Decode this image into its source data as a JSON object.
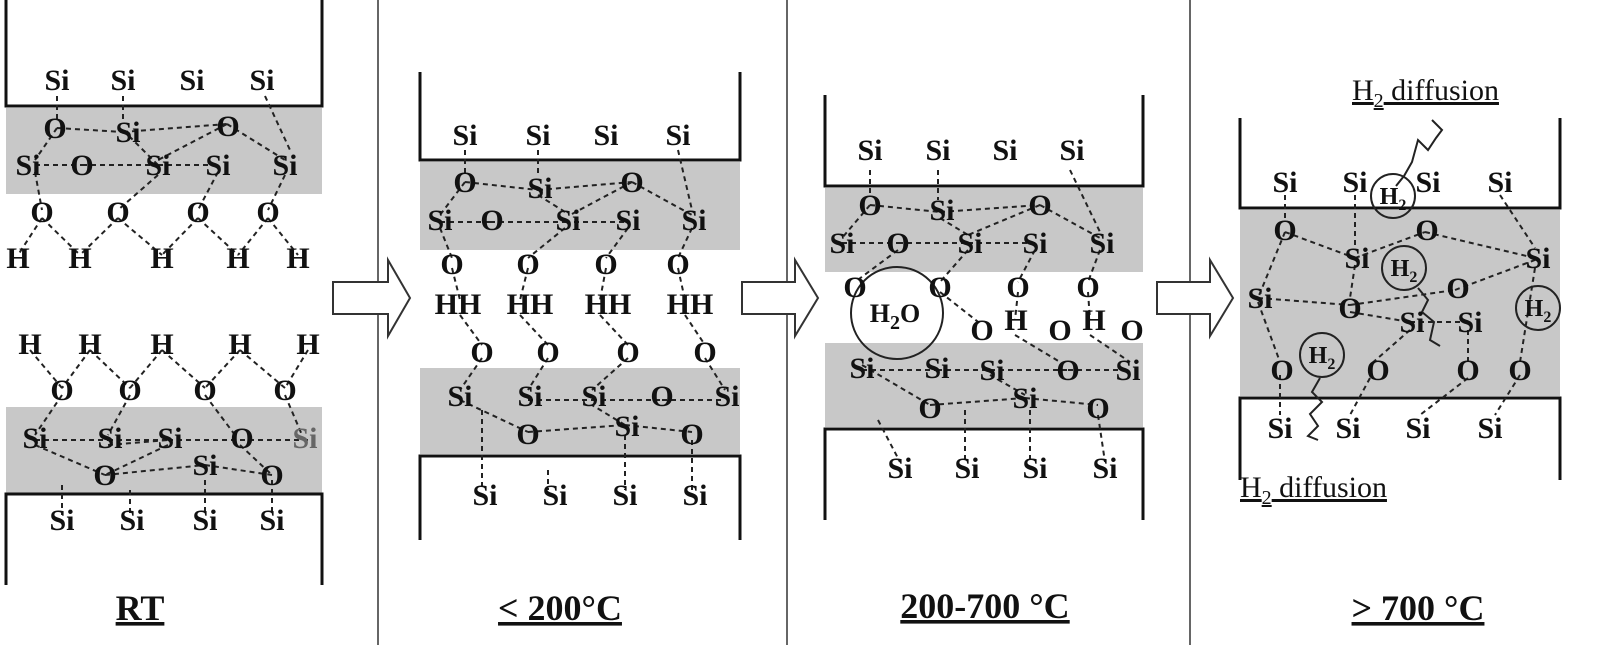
{
  "stages": [
    {
      "label": "RT"
    },
    {
      "label": "< 200°C"
    },
    {
      "label": "200-700 °C"
    },
    {
      "label": "> 700 °C"
    }
  ],
  "atoms": {
    "si": "Si",
    "o": "O",
    "h": "H",
    "hh": "HH",
    "water": {
      "main_pre": "H",
      "sub": "2",
      "main_post": "O"
    },
    "hydrogen": {
      "main": "H",
      "sub": "2"
    }
  },
  "notes": {
    "diffusion_top": {
      "pre": "H",
      "sub": "2",
      "post": " diffusion"
    },
    "diffusion_bottom": {
      "pre": "H",
      "sub": "2",
      "post": " diffusion"
    }
  }
}
